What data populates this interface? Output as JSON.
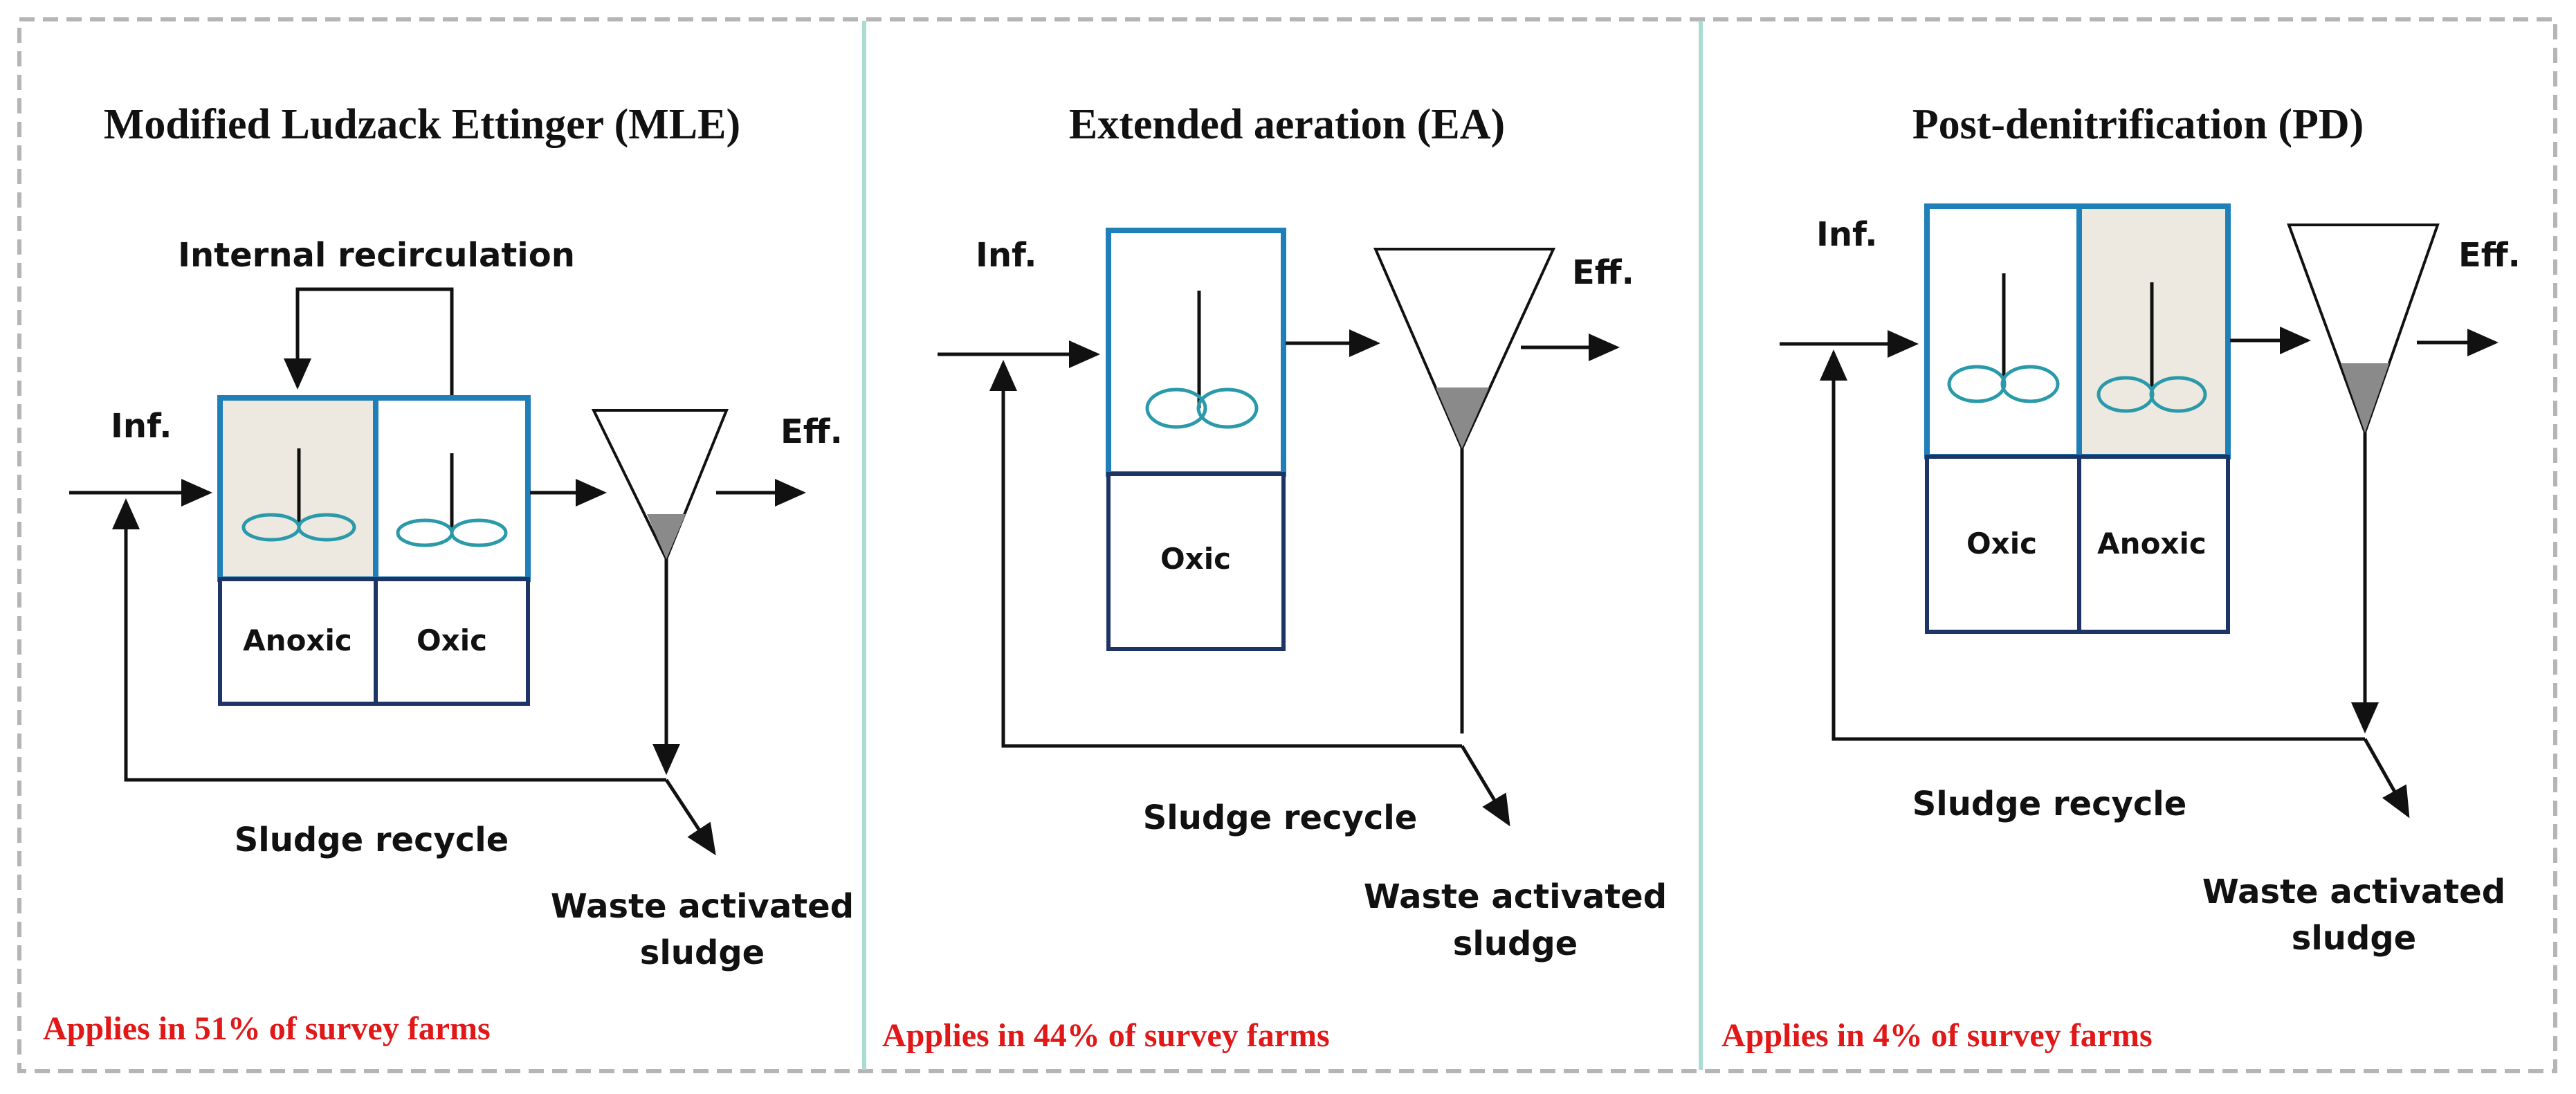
{
  "colors": {
    "tank_border": "#1f7fb8",
    "base_border": "#1d3566",
    "mixer": "#2a9aaa",
    "anoxic_fill": "#ede9e0",
    "divider": "#aaddd2",
    "frame": "#b5b5b5",
    "sludge": "#8a8a8a",
    "note": "#e01818"
  },
  "icons": [
    "mixer-impeller-icon",
    "arrow-right-icon",
    "settling-tank-icon"
  ],
  "panels": [
    {
      "title": "Modified Ludzack Ettinger (MLE)",
      "internal_recirculation": "Internal recirculation",
      "influent": "Inf.",
      "effluent": "Eff.",
      "zones": [
        "Anoxic",
        "Oxic"
      ],
      "sludge_recycle": "Sludge recycle",
      "waste_line1": "Waste activated",
      "waste_line2": "sludge",
      "applies": "Applies in 51% of survey farms"
    },
    {
      "title": "Extended aeration (EA)",
      "influent": "Inf.",
      "effluent": "Eff.",
      "zones": [
        "Oxic"
      ],
      "sludge_recycle": "Sludge recycle",
      "waste_line1": "Waste activated",
      "waste_line2": "sludge",
      "applies": "Applies in 44% of survey farms"
    },
    {
      "title": "Post-denitrification (PD)",
      "influent": "Inf.",
      "effluent": "Eff.",
      "zones": [
        "Oxic",
        "Anoxic"
      ],
      "sludge_recycle": "Sludge recycle",
      "waste_line1": "Waste activated",
      "waste_line2": "sludge",
      "applies": "Applies in 4% of survey farms"
    }
  ]
}
